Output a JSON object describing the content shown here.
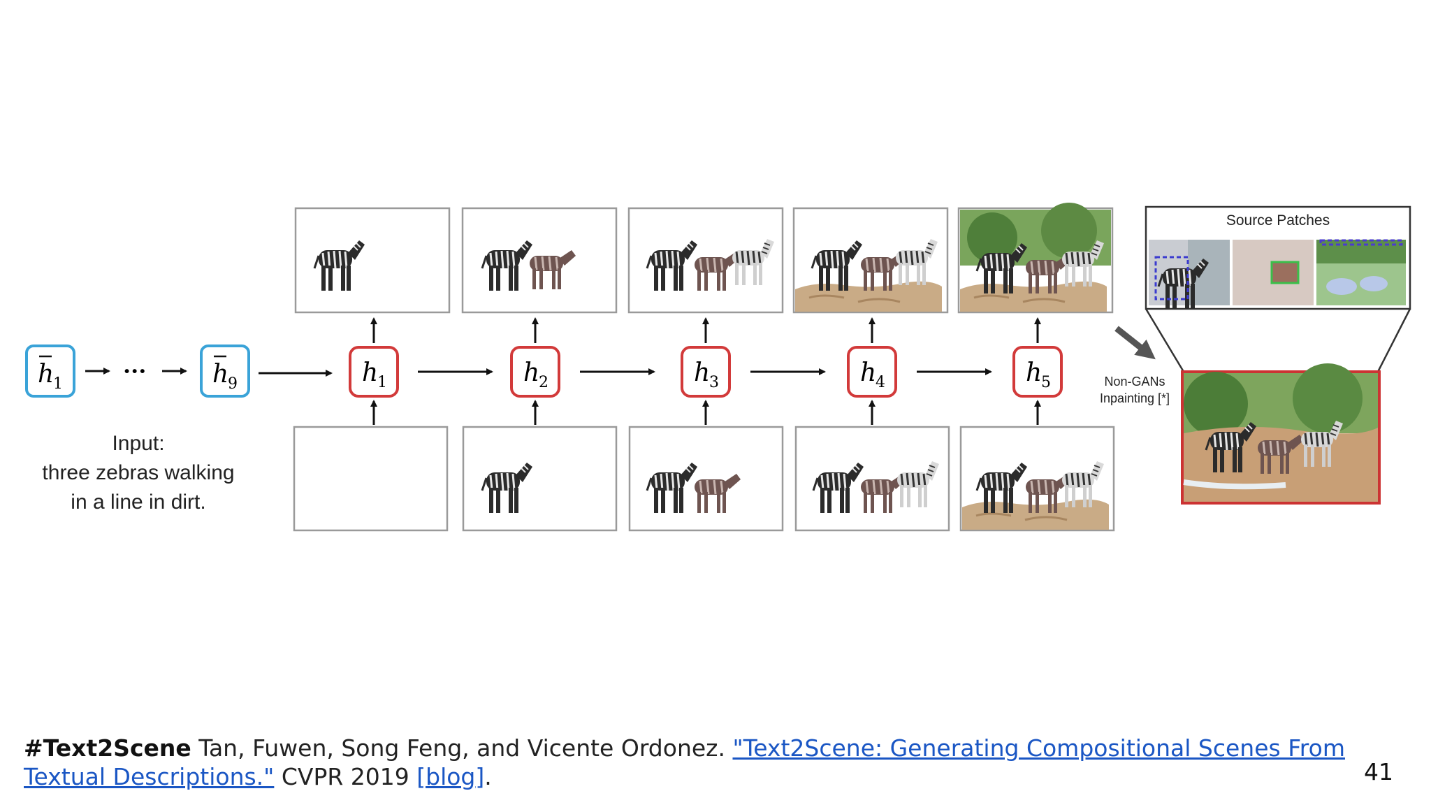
{
  "diagram": {
    "encoder": {
      "first_state": {
        "symbol": "h",
        "subscript": "1"
      },
      "ellipsis": "···",
      "last_state": {
        "symbol": "h",
        "subscript": "9"
      }
    },
    "input_caption": {
      "line1": "Input:",
      "line2": "three zebras walking",
      "line3": "in a line in dirt."
    },
    "decoder_states": [
      {
        "symbol": "h",
        "subscript": "1"
      },
      {
        "symbol": "h",
        "subscript": "2"
      },
      {
        "symbol": "h",
        "subscript": "3"
      },
      {
        "symbol": "h",
        "subscript": "4"
      },
      {
        "symbol": "h",
        "subscript": "5"
      }
    ],
    "inpainting_label": {
      "line1": "Non-GANs",
      "line2": "Inpainting [*]"
    },
    "source_patches_title": "Source Patches",
    "colors": {
      "encoder_border": "#3aa3d8",
      "decoder_border": "#d23a3a",
      "final_image_border": "#cc3333",
      "arrow": "#111111",
      "pointer_arrow": "#555555"
    }
  },
  "citation": {
    "tag": "#Text2Scene",
    "authors": " Tan, Fuwen, Song Feng, and Vicente Ordonez. ",
    "title_link": "\"Text2Scene: Generating Compositional Scenes From Textual Descriptions.\"",
    "venue": " CVPR 2019 ",
    "blog_link": "[blog]",
    "end": "."
  },
  "page_number": "41"
}
